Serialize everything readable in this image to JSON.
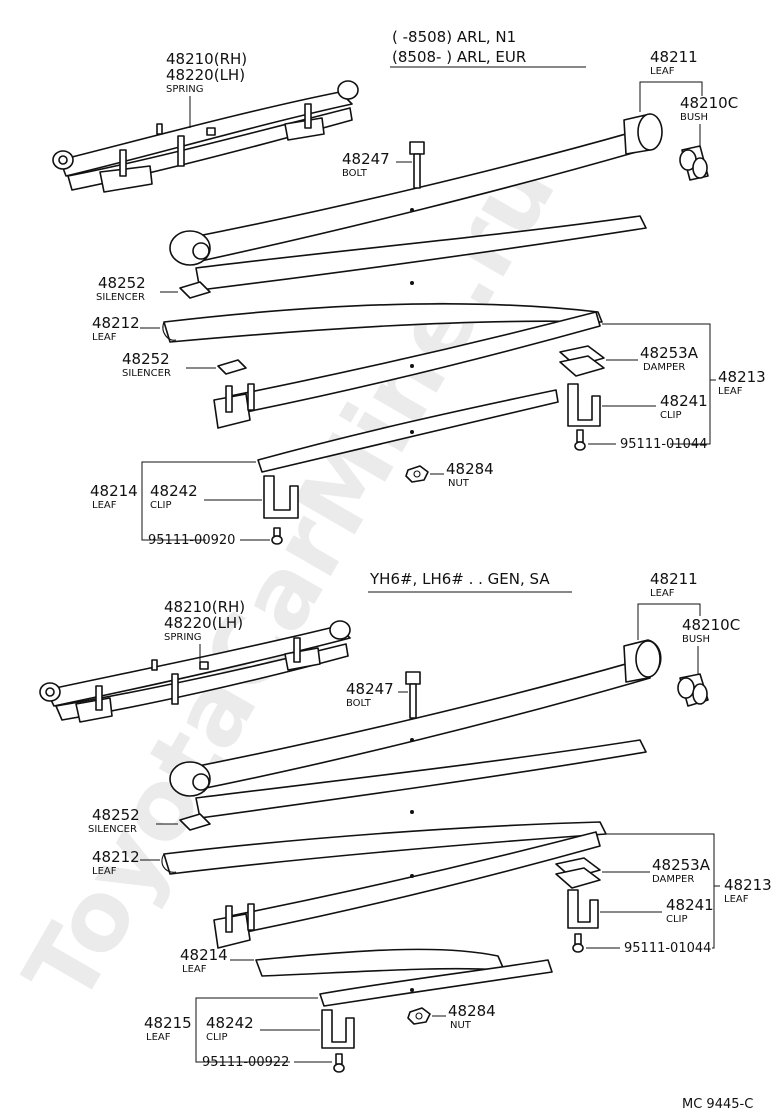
{
  "watermark": "ToyotaCarMine.ru",
  "footer_code": "MC  9445-C",
  "sections": [
    {
      "conditions": [
        "(        -8508) ARL, N1",
        "(8508-          ) ARL, EUR"
      ],
      "labels": {
        "spring_rh": "48210(RH)",
        "spring_lh": "48220(LH)",
        "spring_name": "SPRING",
        "leaf_48211": "48211",
        "leaf_48211_name": "LEAF",
        "bush_48210c": "48210C",
        "bush_name": "BUSH",
        "bolt_48247": "48247",
        "bolt_name": "BOLT",
        "silencer1": "48252",
        "silencer1_name": "SILENCER",
        "leaf_48212": "48212",
        "leaf_48212_name": "LEAF",
        "silencer2": "48252",
        "silencer2_name": "SILENCER",
        "damper_48253a": "48253A",
        "damper_name": "DAMPER",
        "leaf_48213": "48213",
        "leaf_48213_name": "LEAF",
        "clip_48241": "48241",
        "clip_48241_name": "CLIP",
        "bolt_95111": "95111-01044",
        "nut_48284": "48284",
        "nut_name": "NUT",
        "leaf_48214": "48214",
        "leaf_48214_name": "LEAF",
        "clip_48242": "48242",
        "clip_48242_name": "CLIP",
        "bolt_95111b": "95111-00920"
      }
    },
    {
      "conditions": [
        "YH6#, LH6# . . GEN, SA"
      ],
      "labels": {
        "spring_rh": "48210(RH)",
        "spring_lh": "48220(LH)",
        "spring_name": "SPRING",
        "leaf_48211": "48211",
        "leaf_48211_name": "LEAF",
        "bush_48210c": "48210C",
        "bush_name": "BUSH",
        "bolt_48247": "48247",
        "bolt_name": "BOLT",
        "silencer1": "48252",
        "silencer1_name": "SILENCER",
        "leaf_48212": "48212",
        "leaf_48212_name": "LEAF",
        "damper_48253a": "48253A",
        "damper_name": "DAMPER",
        "leaf_48213": "48213",
        "leaf_48213_name": "LEAF",
        "clip_48241": "48241",
        "clip_48241_name": "CLIP",
        "bolt_95111": "95111-01044",
        "leaf_48214": "48214",
        "leaf_48214_name": "LEAF",
        "nut_48284": "48284",
        "nut_name": "NUT",
        "leaf_48215": "48215",
        "leaf_48215_name": "LEAF",
        "clip_48242": "48242",
        "clip_48242_name": "CLIP",
        "bolt_95111b": "95111-00922"
      }
    }
  ]
}
